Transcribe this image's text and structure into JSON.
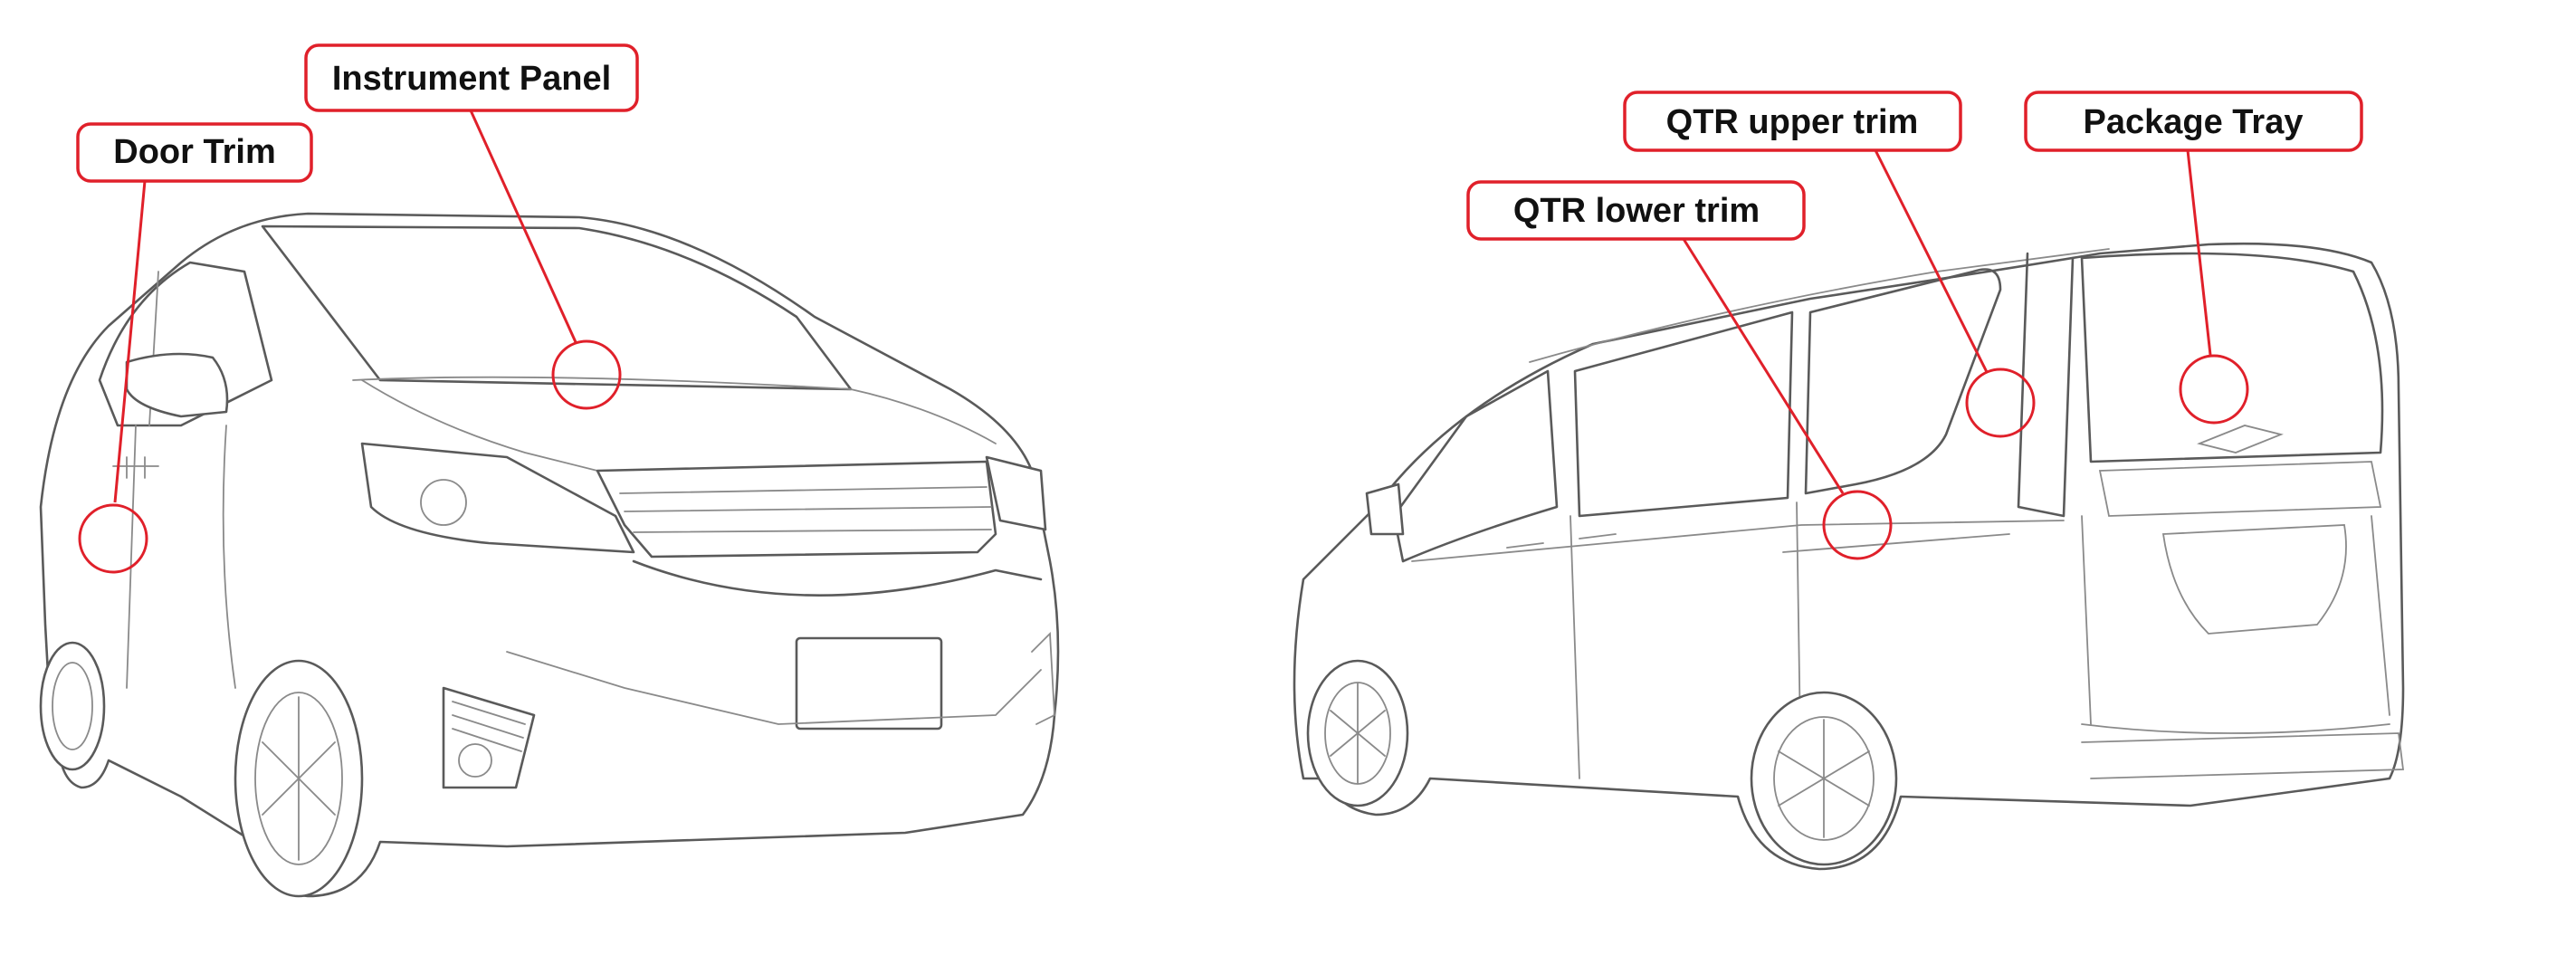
{
  "colors": {
    "accent": "#e0202a",
    "line": "#5a5a5a",
    "background": "#ffffff"
  },
  "vehicles": {
    "front": {
      "view": "front-three-quarter"
    },
    "rear": {
      "view": "rear-three-quarter"
    }
  },
  "callouts": {
    "door_trim": {
      "label": "Door Trim"
    },
    "instrument_panel": {
      "label": "Instrument Panel"
    },
    "qtr_lower_trim": {
      "label": "QTR lower trim"
    },
    "qtr_upper_trim": {
      "label": "QTR upper trim"
    },
    "package_tray": {
      "label": "Package Tray"
    }
  }
}
